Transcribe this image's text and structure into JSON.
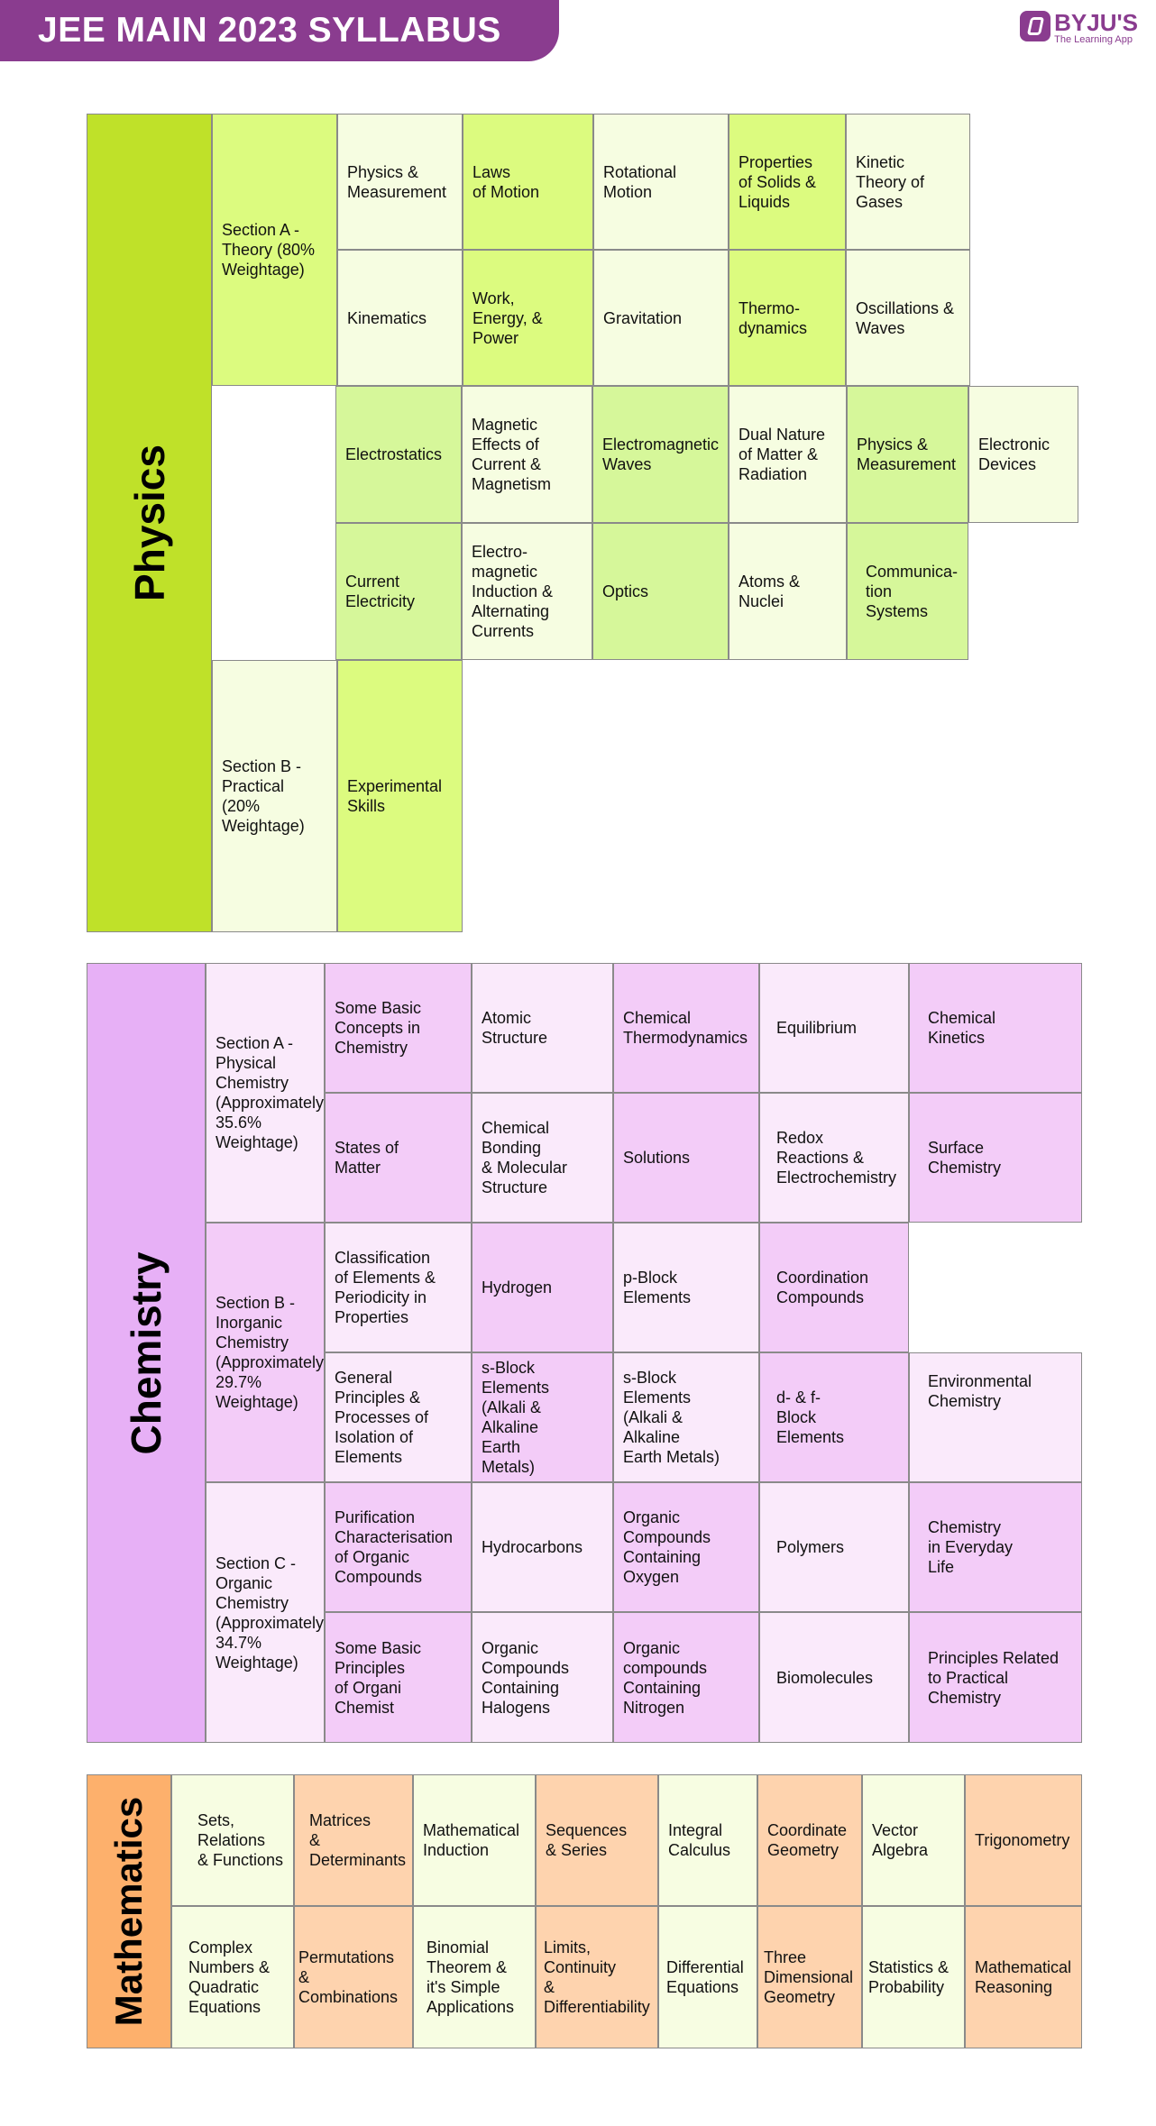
{
  "header": {
    "title": "JEE MAIN 2023 SYLLABUS",
    "brand": "BYJU'S",
    "tagline": "The Learning App"
  },
  "physics": {
    "subject": "Physics",
    "section_a": "Section A -\nTheory (80%\nWeightage)",
    "row1": [
      "Physics &\nMeasurement",
      "Laws\nof Motion",
      "Rotational\nMotion",
      "Properties\nof Solids &\nLiquids",
      "Kinetic\nTheory of\nGases"
    ],
    "row2": [
      "Kinematics",
      "Work,\nEnergy, &\nPower",
      "Gravitation",
      "Thermo-\ndynamics",
      "Oscillations &\nWaves"
    ],
    "row3": [
      "Electrostatics",
      "Magnetic\nEffects of\nCurrent &\nMagnetism",
      "Electromagnetic\nWaves",
      "Dual Nature\nof Matter &\nRadiation",
      "Physics &\nMeasurement",
      "Electronic\nDevices"
    ],
    "row4": [
      "Current\nElectricity",
      "Electro-\nmagnetic\nInduction &\nAlternating\nCurrents",
      "Optics",
      "Atoms &\nNuclei",
      "Communica-\ntion\nSystems"
    ],
    "section_b": "Section B -\nPractical\n(20%\nWeightage)",
    "practical": "Experimental\nSkills"
  },
  "chemistry": {
    "subject": "Chemistry",
    "section_a": "Section A -\nPhysical\nChemistry\n(Approximately\n35.6%\nWeightage)",
    "section_b": "Section B -\nInorganic\nChemistry\n(Approximately\n29.7%\nWeightage)",
    "section_c": "Section C -\nOrganic\nChemistry\n(Approximately\n34.7%\nWeightage)",
    "row1": [
      "Some Basic\nConcepts in\nChemistry",
      "Atomic\nStructure",
      "Chemical\nThermodynamics",
      "Equilibrium",
      "Chemical\nKinetics"
    ],
    "row2": [
      "States of\nMatter",
      "Chemical\nBonding\n& Molecular\nStructure",
      "Solutions",
      "Redox\nReactions &\nElectrochemistry",
      "Surface\nChemistry"
    ],
    "row3": [
      "Classification\nof Elements &\nPeriodicity in\nProperties",
      "Hydrogen",
      "p-Block\nElements",
      "Coordination\nCompounds"
    ],
    "row4": [
      "General\nPrinciples &\nProcesses of\nIsolation of\nElements",
      "s-Block\nElements\n(Alkali &\nAlkaline\nEarth\nMetals)",
      "s-Block\nElements\n(Alkali &\nAlkaline\nEarth Metals)",
      "d- & f-\nBlock\nElements",
      "Environmental\nChemistry"
    ],
    "row5": [
      "Purification\nCharacterisation\nof Organic\nCompounds",
      "Hydrocarbons",
      "Organic\nCompounds\nContaining\nOxygen",
      "Polymers",
      "Chemistry\nin Everyday\nLife"
    ],
    "row6": [
      "Some Basic\nPrinciples\nof Organi\nChemist",
      "Organic\nCompounds\nContaining\nHalogens",
      "Organic\ncompounds\nContaining\nNitrogen",
      "Biomolecules",
      "Principles Related\nto Practical\nChemistry"
    ]
  },
  "mathematics": {
    "subject": "Mathematics",
    "row1": [
      "Sets,\nRelations\n& Functions",
      "Matrices\n&\nDeterminants",
      "Mathematical\nInduction",
      "Sequences\n& Series",
      "Integral\nCalculus",
      "Coordinate\nGeometry",
      "Vector\nAlgebra",
      "Trigonometry"
    ],
    "row2": [
      "Complex\nNumbers &\nQuadratic\nEquations",
      "Permutations &\nCombinations",
      "Binomial\nTheorem &\nit's Simple\nApplications",
      "Limits,\nContinuity\n&\nDifferentiability",
      "Differential\nEquations",
      "Three\nDimensional\nGeometry",
      "Statistics &\nProbability",
      "Mathematical\nReasoning"
    ]
  },
  "colors": {
    "banner": "#8a3c8f",
    "physics_side": "#bfe129",
    "chemistry_side": "#e7b0f6",
    "mathematics_side": "#fdb06c"
  }
}
